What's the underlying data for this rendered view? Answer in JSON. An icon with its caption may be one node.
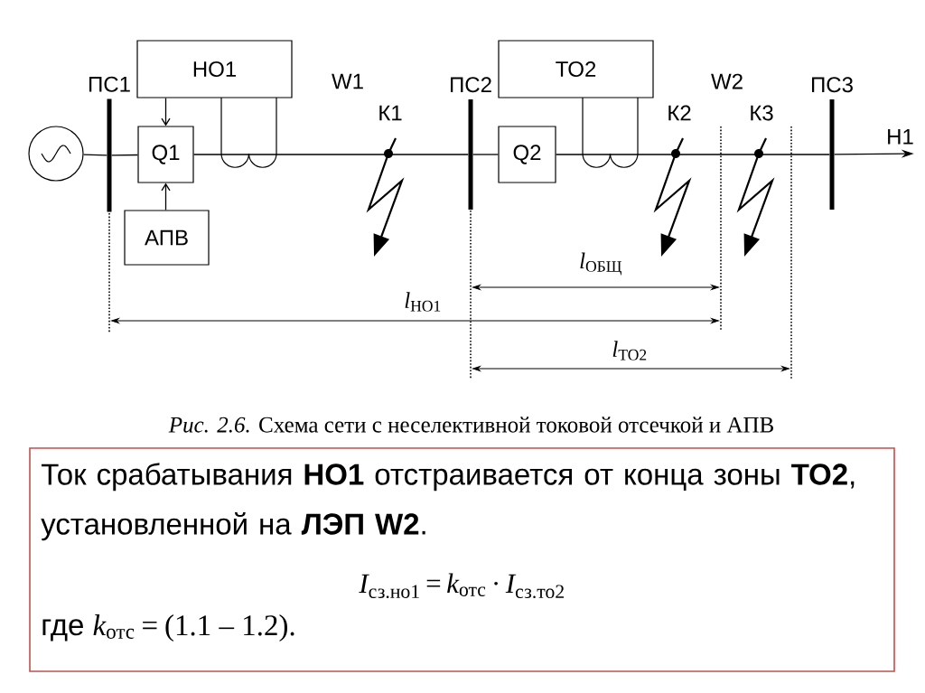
{
  "diagram": {
    "caption": "*Рис. 2.6.* Схема сети с неселективной токовой отсечкой и АПВ",
    "nodes": [
      {
        "text": [],
        "shape": "circle"
      },
      {
        "text": [
          "ПС1"
        ]
      },
      {
        "text": [
          "НО1"
        ]
      },
      {
        "text": [
          "Q1"
        ]
      },
      {
        "text": [
          "АПВ"
        ]
      },
      {
        "text": [
          "ПС2"
        ]
      },
      {
        "text": [
          "ТО2"
        ]
      },
      {
        "text": [
          "Q2"
        ]
      },
      {
        "text": [
          "ПС3"
        ]
      },
      {
        "text": [
          "Н1"
        ]
      },
      {
        "text": [
          "Ток срабатывания **НО1** отстраивается от конца зоны **ТО2**, установленной на **ЛЭП W2**.",
          "\\textit{I}_{\\text{сз.но1}} \\mathbin{\\text{=}} \\textit{k}_{\\text{отс}} \\mathbin{\\text{·}} \\textit{I}_{\\text{сз.то2}}",
          "где",
          "\\textit{k}_{\\text{отс}} \\mathrel{\\text{=}} \\text{(1.1 – 1.2).}"
        ]
      }
    ],
    "edges": [
      {
        "from": 0,
        "to": 1,
        "arrow": "none"
      },
      {
        "from": 1,
        "to": 3,
        "arrow": "none"
      },
      {
        "from": 3,
        "to": 5,
        "arrow": "none"
      },
      {
        "from": 5,
        "to": 7,
        "arrow": "none"
      },
      {
        "from": 7,
        "to": 8,
        "arrow": "none"
      },
      {
        "from": 8,
        "to": 9,
        "arrow": "to"
      },
      {
        "from": 2,
        "to": 3,
        "arrow": "to"
      },
      {
        "from": 4,
        "to": 3,
        "arrow": "to"
      }
    ],
    "labels": [
      "W1",
      "К1",
      "К2",
      "W2",
      "К3",
      "*l*$_{ОБЩ}$",
      "*l*$_{НО1}$",
      "*l*$_{ТО2}$"
    ]
  }
}
